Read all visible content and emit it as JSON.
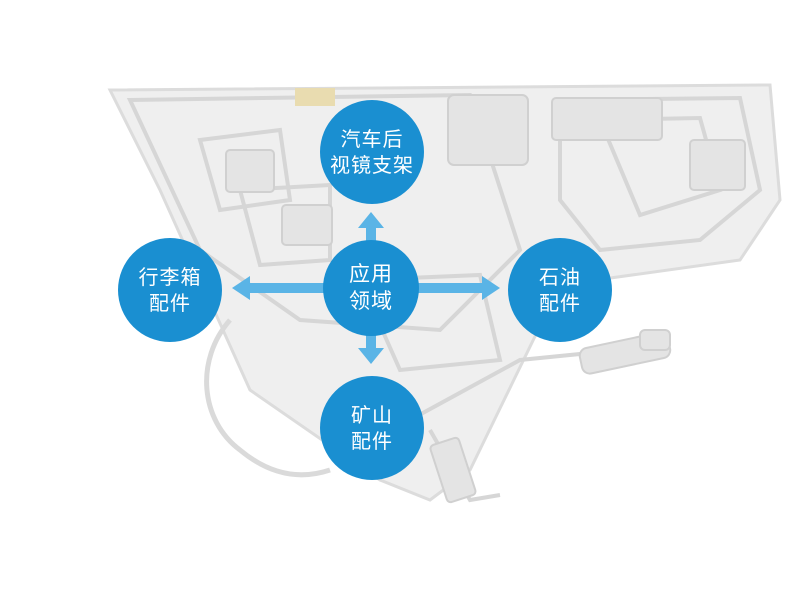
{
  "colors": {
    "node": "#1a8fd1",
    "arrow": "#5ab4e6",
    "background_part": "#e2e3e3"
  },
  "center": {
    "line1": "应用",
    "line2": "领域"
  },
  "top": {
    "line1": "汽车后",
    "line2": "视镜支架"
  },
  "left": {
    "line1": "行李箱",
    "line2": "配件"
  },
  "right": {
    "line1": "石油",
    "line2": "配件"
  },
  "bottom": {
    "line1": "矿山",
    "line2": "配件"
  }
}
